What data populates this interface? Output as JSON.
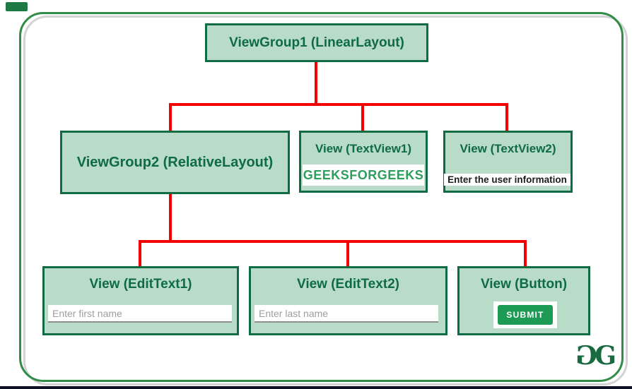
{
  "diagram": {
    "title_node": {
      "label": "ViewGroup1 (LinearLayout)"
    },
    "level2": [
      {
        "label": "ViewGroup2 (RelativeLayout)"
      },
      {
        "label": "View (TextView1)",
        "content": "GEEKSFORGEEKS"
      },
      {
        "label": "View (TextView2)",
        "content": "Enter the user information"
      }
    ],
    "level3": [
      {
        "label": "View (EditText1)",
        "placeholder": "Enter first name"
      },
      {
        "label": "View (EditText2)",
        "placeholder": "Enter last name"
      },
      {
        "label": "View (Button)",
        "button_label": "SUBMIT"
      }
    ]
  },
  "logo": {
    "left_glyph": "G",
    "right_glyph": "G"
  },
  "colors": {
    "connector_red": "#f40000",
    "node_fill": "#b8dcc8",
    "node_border": "#0e6b44",
    "frame_green": "#2f8d46",
    "content_text_green": "#2f9d5c",
    "button_green": "#1d9b55",
    "bottom_bar": "#0d1124"
  }
}
